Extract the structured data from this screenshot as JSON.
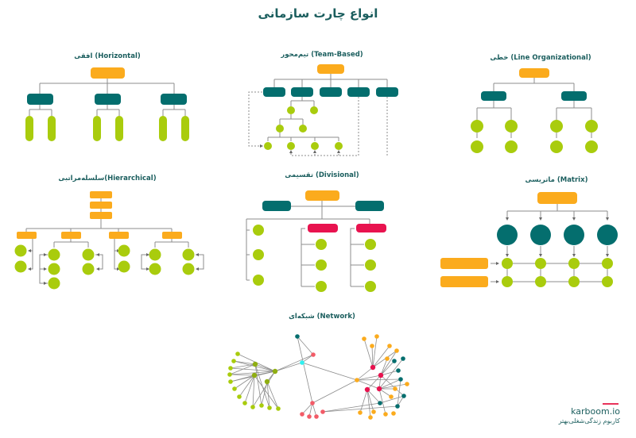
{
  "title": "انواع چارت سازمانی",
  "colors": {
    "orange": "#fbab1d",
    "teal": "#046e6e",
    "lime": "#a9cc0d",
    "red": "#e8134f",
    "coral": "#f25b67",
    "cyan": "#2ff0f0",
    "olive": "#8fae12",
    "line": "#8c8c8c",
    "text": "#1b5e5e"
  },
  "charts": [
    {
      "id": "horizontal",
      "label": "افقی (Horizontal)"
    },
    {
      "id": "team-based",
      "label": "تیم‌محور (Team-Based)"
    },
    {
      "id": "line-organizational",
      "label": "خطی (Line Organizational)"
    },
    {
      "id": "hierarchical",
      "label": "سلسله‌مراتبی(Hierarchical)"
    },
    {
      "id": "divisional",
      "label": "تقسیمی (Divisional)"
    },
    {
      "id": "matrix",
      "label": "ماتریسی (Matrix)"
    },
    {
      "id": "network",
      "label": "شبکه‌ای (Network)"
    }
  ],
  "brand": {
    "name": "karboom.io",
    "tagline": "کاربوم زندگی‌شغلی‌بهتر"
  }
}
